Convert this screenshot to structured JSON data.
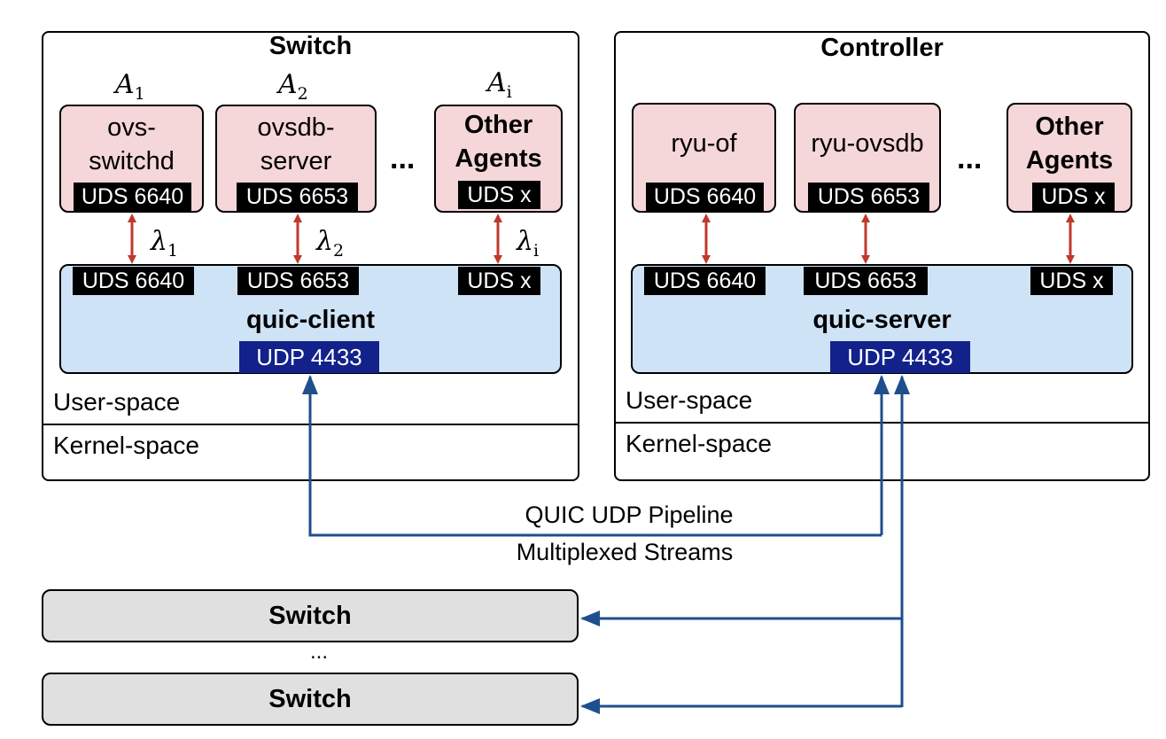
{
  "switch_panel": {
    "title": "Switch",
    "agents": [
      {
        "symbol": "A",
        "sub": "1",
        "lines": [
          "ovs-",
          "switchd"
        ],
        "uds": "UDS 6640"
      },
      {
        "symbol": "A",
        "sub": "2",
        "lines": [
          "ovsdb-",
          "server"
        ],
        "uds": "UDS 6653"
      },
      {
        "symbol": "A",
        "sub": "i",
        "lines": [
          "Other",
          "Agents"
        ],
        "uds": "UDS x"
      }
    ],
    "ellipsis": "...",
    "links": [
      {
        "symbol": "λ",
        "sub": "1"
      },
      {
        "symbol": "λ",
        "sub": "2"
      },
      {
        "symbol": "λ",
        "sub": "i"
      }
    ],
    "client": {
      "name": "quic-client",
      "ports": [
        "UDS 6640",
        "UDS 6653",
        "UDS x"
      ],
      "udp": "UDP 4433"
    },
    "user_space": "User-space",
    "kernel_space": "Kernel-space"
  },
  "controller_panel": {
    "title": "Controller",
    "agents": [
      {
        "lines": [
          "ryu-of"
        ],
        "uds": "UDS 6640"
      },
      {
        "lines": [
          "ryu-ovsdb"
        ],
        "uds": "UDS 6653"
      },
      {
        "lines": [
          "Other",
          "Agents"
        ],
        "uds": "UDS x"
      }
    ],
    "ellipsis": "...",
    "server": {
      "name": "quic-server",
      "ports": [
        "UDS 6640",
        "UDS 6653",
        "UDS x"
      ],
      "udp": "UDP 4433"
    },
    "user_space": "User-space",
    "kernel_space": "Kernel-space"
  },
  "pipeline": {
    "line1": "QUIC UDP Pipeline",
    "line2": "Multiplexed Streams"
  },
  "other_switches": {
    "top": "Switch",
    "ellipsis": "...",
    "bottom": "Switch"
  },
  "colors": {
    "agent_fill": "#f5d6d9",
    "quic_fill": "#cfe3f7",
    "udp_fill": "#12228a",
    "red_arrow": "#c0392b",
    "blue_arrow": "#1f4e8c",
    "switch_fill": "#e0e0e0"
  }
}
